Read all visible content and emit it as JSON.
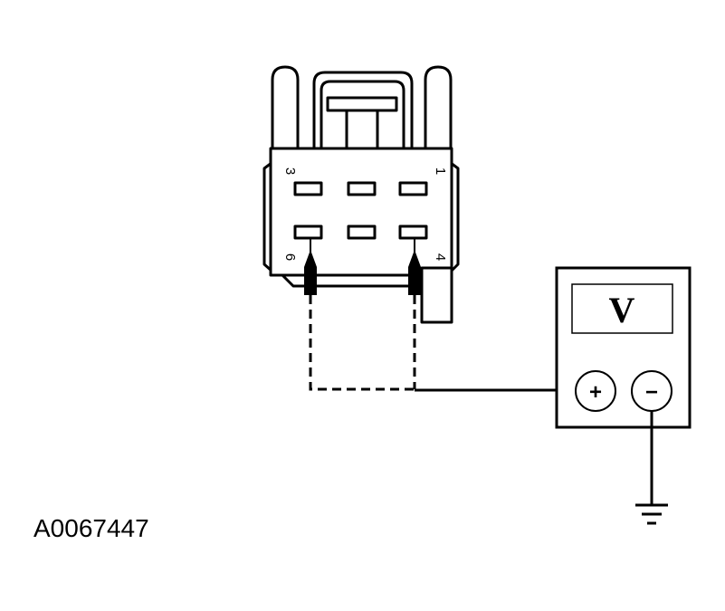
{
  "connector": {
    "pins": {
      "pin1": "1",
      "pin3": "3",
      "pin4": "4",
      "pin6": "6"
    }
  },
  "meter": {
    "display_symbol": "V",
    "positive_label": "+",
    "negative_label": "−"
  },
  "figure_id": "A0067447",
  "colors": {
    "line": "#000000",
    "background": "#ffffff"
  }
}
